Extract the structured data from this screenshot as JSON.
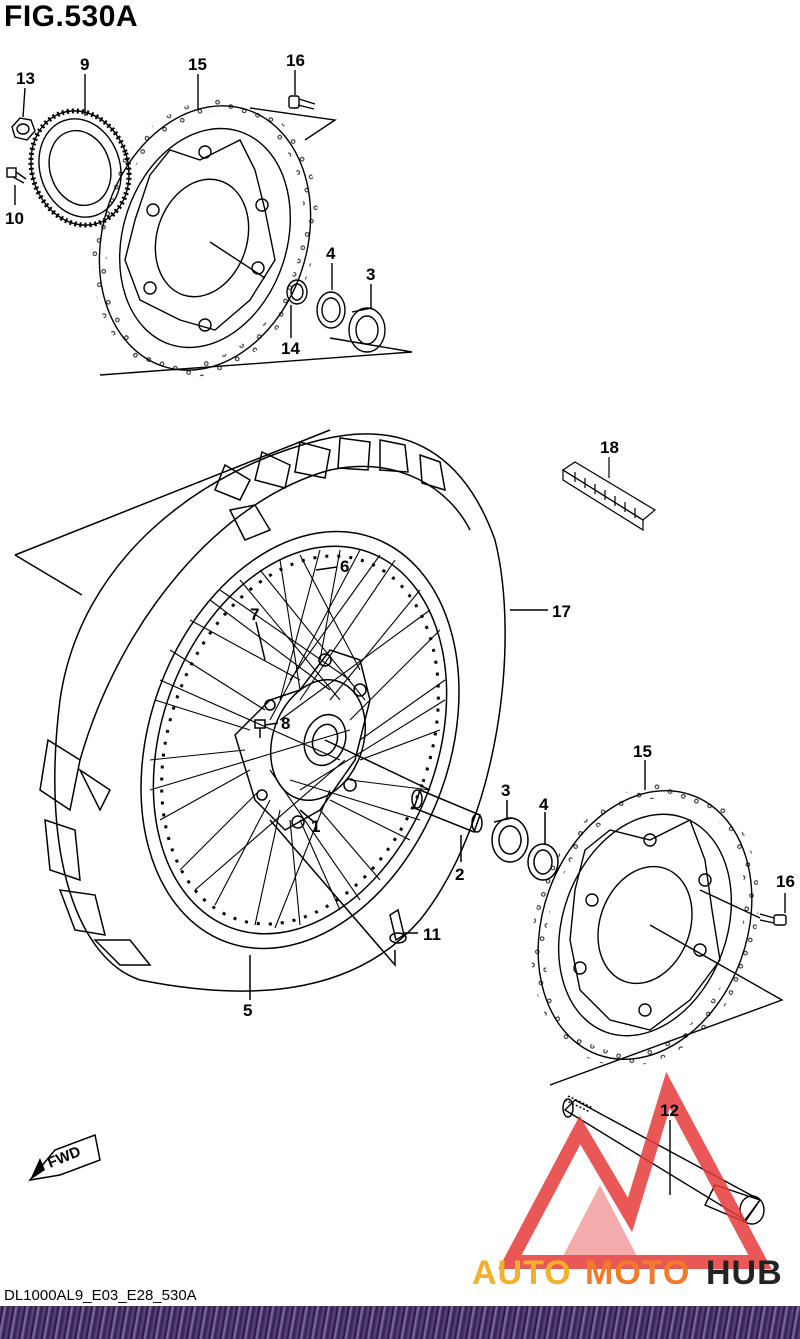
{
  "figure": {
    "title": "FIG.530A",
    "code": "DL1000AL9_E03_E28_530A",
    "direction_marker": "FWD"
  },
  "watermark": {
    "part_a": "AUTO",
    "part_b": "MOTO",
    "part_c": "HUB",
    "color_a": "#f2b02b",
    "color_b": "#f27b2b",
    "color_c": "#222222",
    "logo_color": "#e63a3a"
  },
  "callouts": {
    "c13": "13",
    "c9": "9",
    "c15a": "15",
    "c16a": "16",
    "c10": "10",
    "c4a": "4",
    "c3a": "3",
    "c14": "14",
    "c18": "18",
    "c6": "6",
    "c17": "17",
    "c7": "7",
    "c8": "8",
    "c1": "1",
    "c3b": "3",
    "c4b": "4",
    "c2": "2",
    "c11": "11",
    "c5": "5",
    "c15b": "15",
    "c16b": "16",
    "c12": "12"
  }
}
